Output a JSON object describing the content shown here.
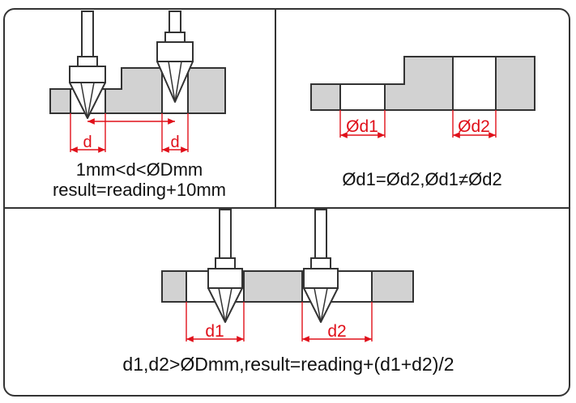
{
  "colors": {
    "frame": "#333333",
    "block": "#d2d2d2",
    "dimension": "#e0101a",
    "text": "#111111"
  },
  "panels": {
    "top_left": {
      "dim_label_left": "d",
      "dim_label_right": "d",
      "caption_line1": "1mm<d<ØDmm",
      "caption_line2": "result=reading+10mm"
    },
    "top_right": {
      "dim_label_left": "Ød1",
      "dim_label_right": "Ød2",
      "caption": "Ød1=Ød2,Ød1≠Ød2"
    },
    "bottom": {
      "dim_label_left": "d1",
      "dim_label_right": "d2",
      "caption": "d1,d2>ØDmm,result=reading+(d1+d2)/2"
    }
  }
}
